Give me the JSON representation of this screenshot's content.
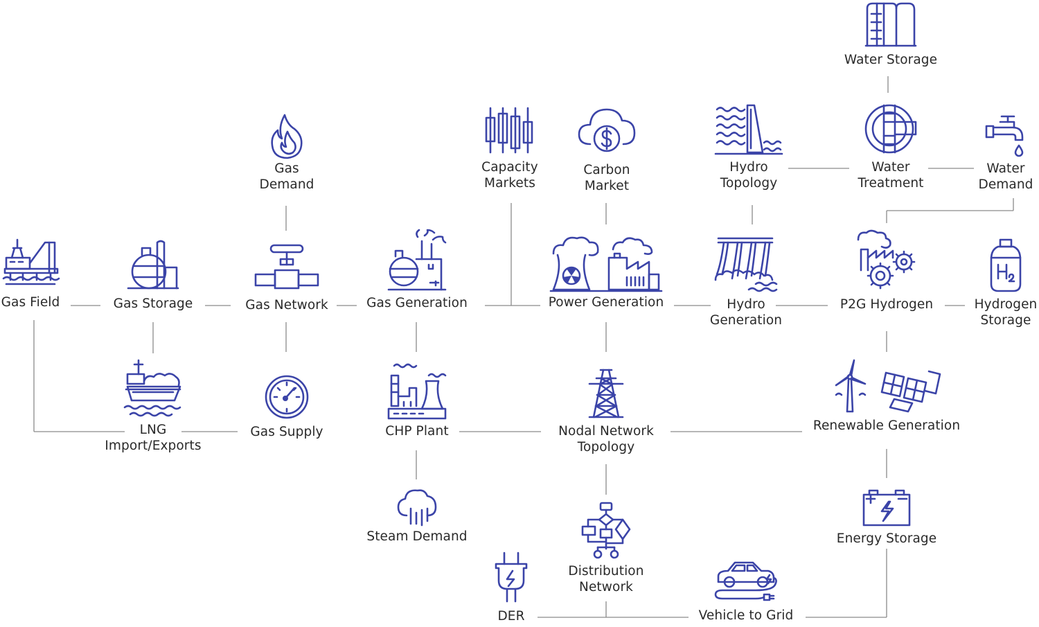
{
  "colors": {
    "accent": "#3b44a8",
    "line": "#8a8a8a",
    "text": "#2a2a2a"
  },
  "nodes": {
    "water_storage": {
      "label": "Water Storage",
      "icon": "water-tank-icon"
    },
    "capacity_markets": {
      "label": "Capacity\nMarkets",
      "icon": "candlestick-chart-icon"
    },
    "carbon_market": {
      "label": "Carbon\nMarket",
      "icon": "cloud-dollar-icon"
    },
    "hydro_topology": {
      "label": "Hydro\nTopology",
      "icon": "dam-waves-icon"
    },
    "water_treatment": {
      "label": "Water\nTreatment",
      "icon": "water-treatment-icon"
    },
    "water_demand": {
      "label": "Water\nDemand",
      "icon": "water-tap-icon"
    },
    "gas_demand": {
      "label": "Gas\nDemand",
      "icon": "gas-flame-icon"
    },
    "gas_field": {
      "label": "Gas Field",
      "icon": "offshore-rig-icon"
    },
    "gas_storage": {
      "label": "Gas Storage",
      "icon": "gas-storage-tank-icon"
    },
    "gas_network": {
      "label": "Gas Network",
      "icon": "pipe-valve-icon"
    },
    "gas_generation": {
      "label": "Gas Generation",
      "icon": "gas-plant-icon"
    },
    "power_generation": {
      "label": "Power Generation",
      "icon": "power-plant-icon"
    },
    "hydro_generation": {
      "label": "Hydro\nGeneration",
      "icon": "hydro-dam-icon"
    },
    "p2g_hydrogen": {
      "label": "P2G Hydrogen",
      "icon": "p2g-factory-gears-icon"
    },
    "hydrogen_storage": {
      "label": "Hydrogen\nStorage",
      "icon": "hydrogen-cylinder-icon"
    },
    "lng": {
      "label": "LNG\nImport/Exports",
      "icon": "lng-ship-icon"
    },
    "gas_supply": {
      "label": "Gas Supply",
      "icon": "pressure-gauge-icon"
    },
    "chp_plant": {
      "label": "CHP Plant",
      "icon": "chp-plant-icon"
    },
    "nodal_network": {
      "label": "Nodal Network\nTopology",
      "icon": "transmission-tower-icon"
    },
    "renewable_generation": {
      "label": "Renewable Generation",
      "icon": "wind-solar-icon"
    },
    "steam_demand": {
      "label": "Steam Demand",
      "icon": "steam-cloud-icon"
    },
    "energy_storage": {
      "label": "Energy Storage",
      "icon": "battery-icon"
    },
    "distribution_network": {
      "label": "Distribution\nNetwork",
      "icon": "flowchart-icon"
    },
    "der": {
      "label": "DER",
      "icon": "plug-icon"
    },
    "vehicle_to_grid": {
      "label": "Vehicle to Grid",
      "icon": "electric-car-icon"
    }
  }
}
